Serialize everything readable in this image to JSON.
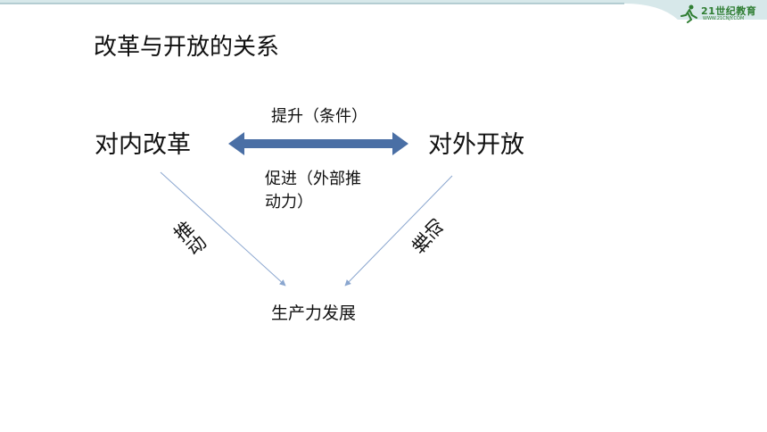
{
  "slide": {
    "title": "改革与开放的关系",
    "nodes": {
      "left": "对内改革",
      "right": "对外开放",
      "bottom": "生产力发展"
    },
    "labels": {
      "upper": "提升（条件）",
      "lower_line1": "促进（外部推",
      "lower_line2": "动力）",
      "left_push": "推动",
      "right_push": "推动"
    }
  },
  "logo": {
    "text": "21世纪教育",
    "subtext": "WWW.21CNJY.COM"
  },
  "colors": {
    "topbar": "#d7e8ea",
    "double_arrow": "#4a6fa5",
    "diagonal_arrows": "#8aa6cf",
    "logo": "#2e7d32"
  }
}
